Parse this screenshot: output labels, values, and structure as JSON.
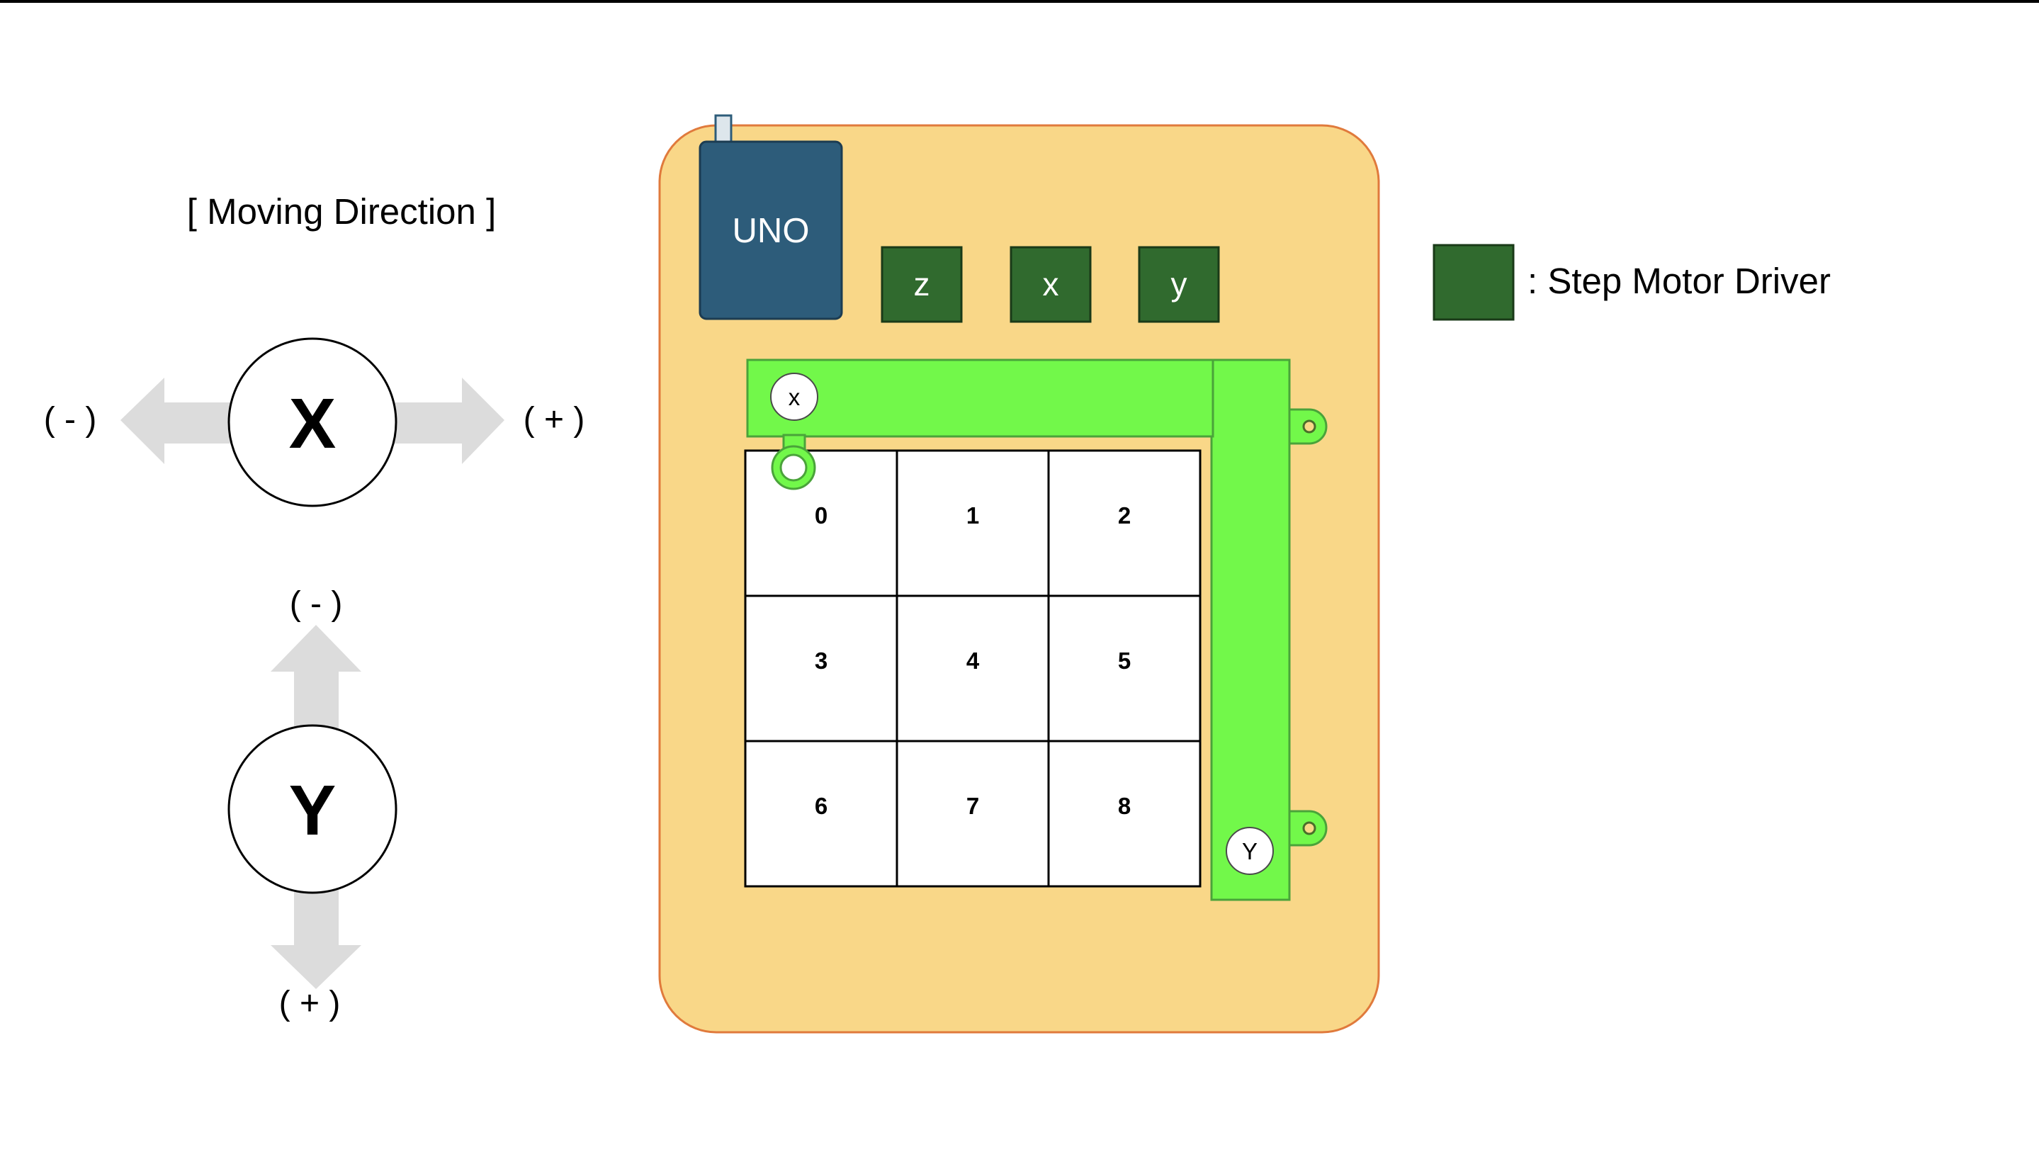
{
  "moving_direction": {
    "title": "[ Moving Direction ]",
    "x_axis": {
      "label": "X",
      "minus": "( - )",
      "plus": "( + )"
    },
    "y_axis": {
      "label": "Y",
      "minus": "( - )",
      "plus": "( + )"
    }
  },
  "board": {
    "arduino_label": "UNO",
    "drivers": [
      "z",
      "x",
      "y"
    ],
    "x_motor_label": "x",
    "y_motor_label": "Y",
    "grid_cells": [
      "0",
      "1",
      "2",
      "3",
      "4",
      "5",
      "6",
      "7",
      "8"
    ]
  },
  "legend": {
    "text": ": Step Motor Driver"
  },
  "colors": {
    "board_fill": "#f9d788",
    "board_stroke": "#e07a3c",
    "arduino_fill": "#2d5c7a",
    "driver_fill": "#306a2e",
    "rail_fill": "#72f84a",
    "rail_stroke": "#4aa33a",
    "arrow_fill": "#dcdcdc"
  }
}
